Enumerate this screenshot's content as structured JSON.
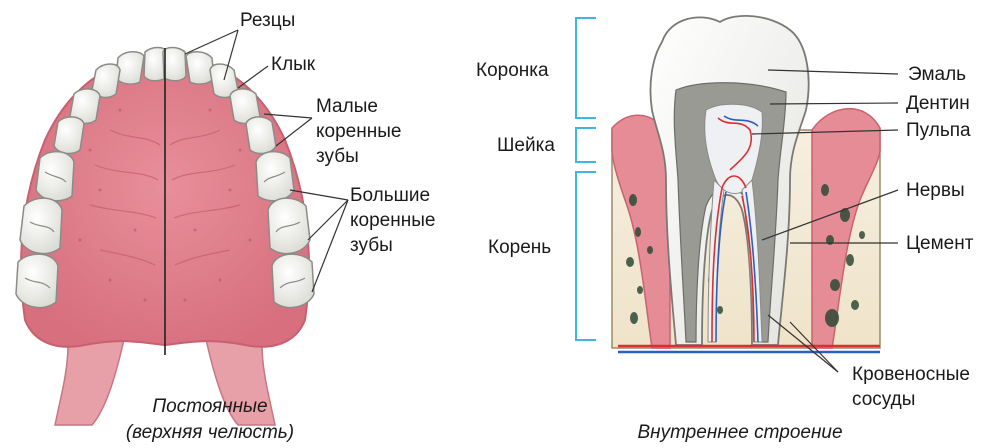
{
  "jaw": {
    "labels": {
      "incisors": "Резцы",
      "canine": "Клык",
      "premolars": "Малые\nкоренные\nзубы",
      "molars": "Большие\nкоренные\nзубы"
    },
    "caption": "Постоянные\n(верхняя челюсть)"
  },
  "tooth": {
    "parts": {
      "crown": "Коронка",
      "neck": "Шейка",
      "root": "Корень"
    },
    "labels": {
      "enamel": "Эмаль",
      "dentin": "Дентин",
      "pulp": "Пульпа",
      "nerves": "Нервы",
      "cement": "Цемент",
      "vessels": "Кровеносные\nсосуды"
    },
    "caption": "Внутреннее строение"
  },
  "colors": {
    "palate": "#e0828f",
    "palate_edge": "#cf6a78",
    "gum": "#e68e9a",
    "tooth": "#f7f7f5",
    "bracket": "#3fb6e0",
    "dentin": "#9c9c98",
    "bone": "#f3ead8",
    "artery": "#d8312f",
    "vein": "#2f5fb8"
  }
}
